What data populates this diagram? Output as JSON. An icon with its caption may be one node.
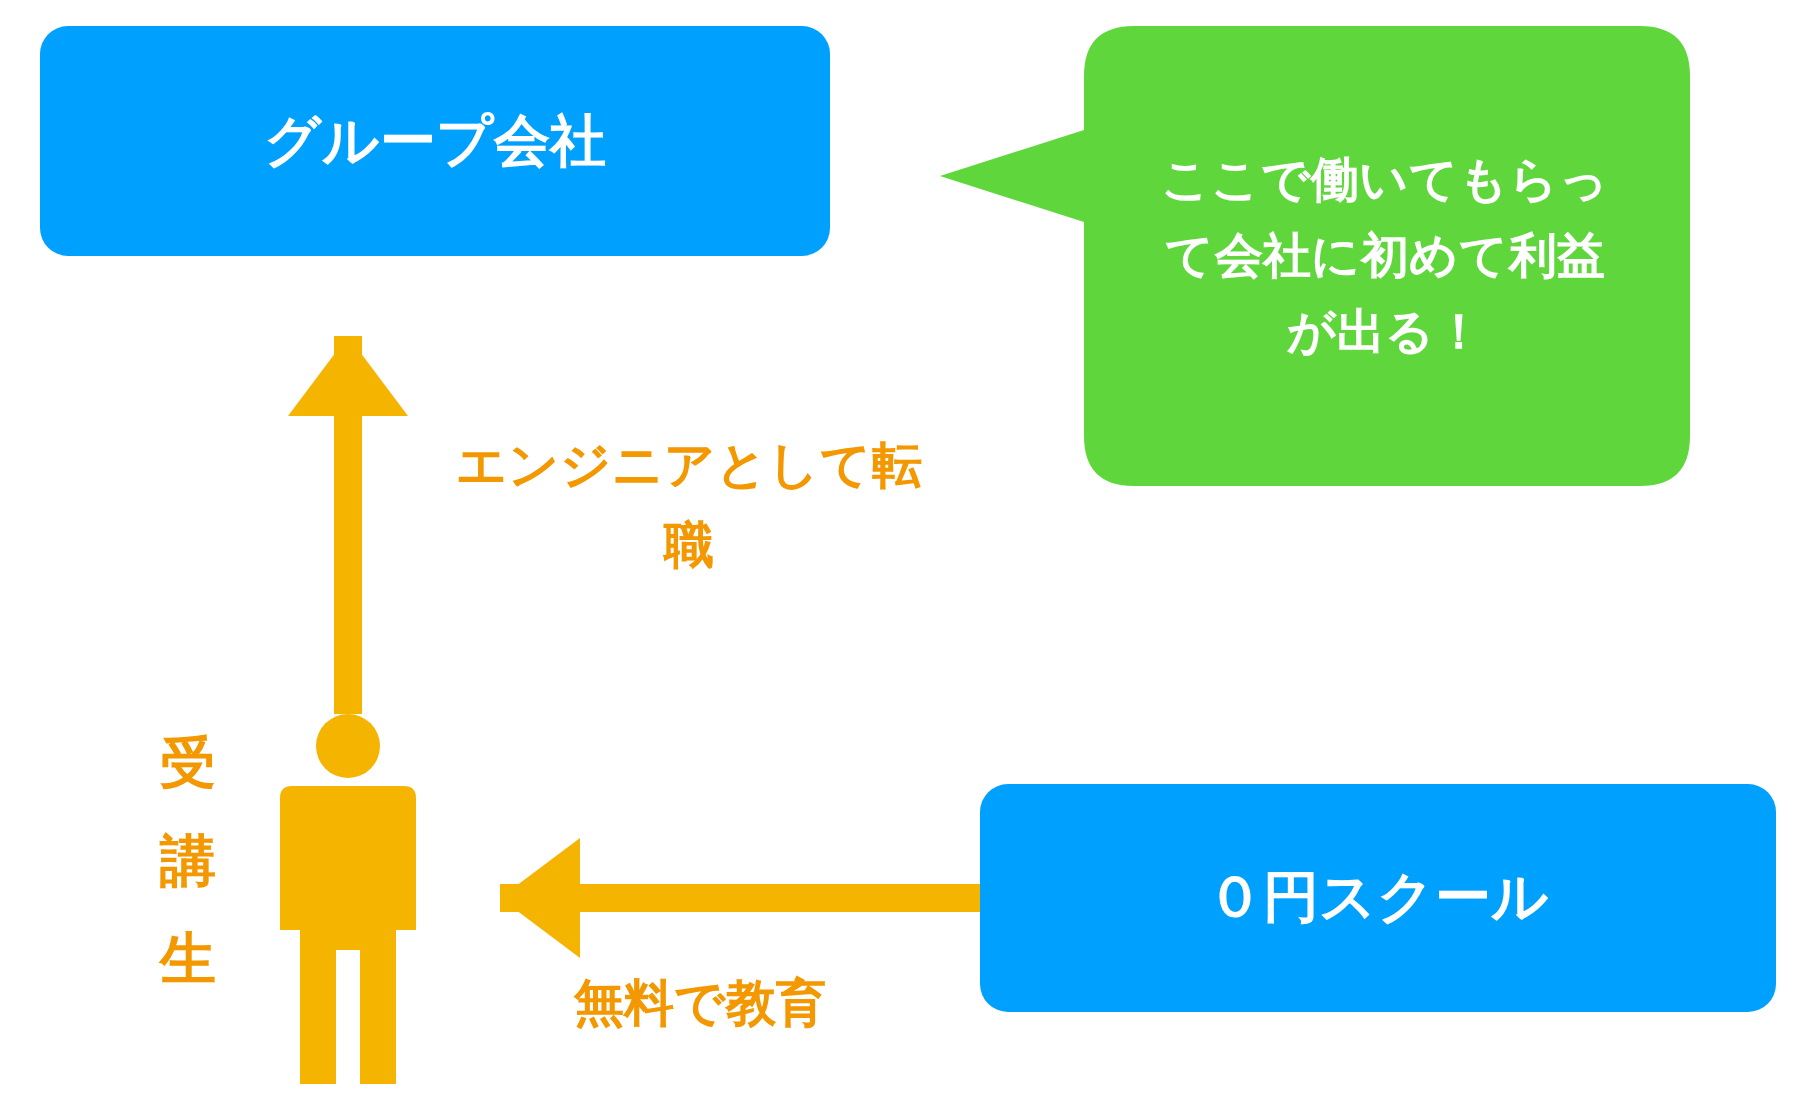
{
  "diagram": {
    "nodes": [
      {
        "text": [
          "グループ会社"
        ]
      },
      {
        "text": [
          "ここで働いてもらって会社に初めて利益が出る！"
        ]
      },
      {
        "text": [],
        "shape": "person",
        "beside": [
          "受講生"
        ]
      },
      {
        "text": [
          "０円スクール"
        ]
      }
    ],
    "edges": [
      {
        "from": 2,
        "to": 0,
        "arrow": "to",
        "label": "エンジニアとして転職"
      },
      {
        "from": 3,
        "to": 2,
        "arrow": "to",
        "label": "無料で教育"
      }
    ]
  }
}
